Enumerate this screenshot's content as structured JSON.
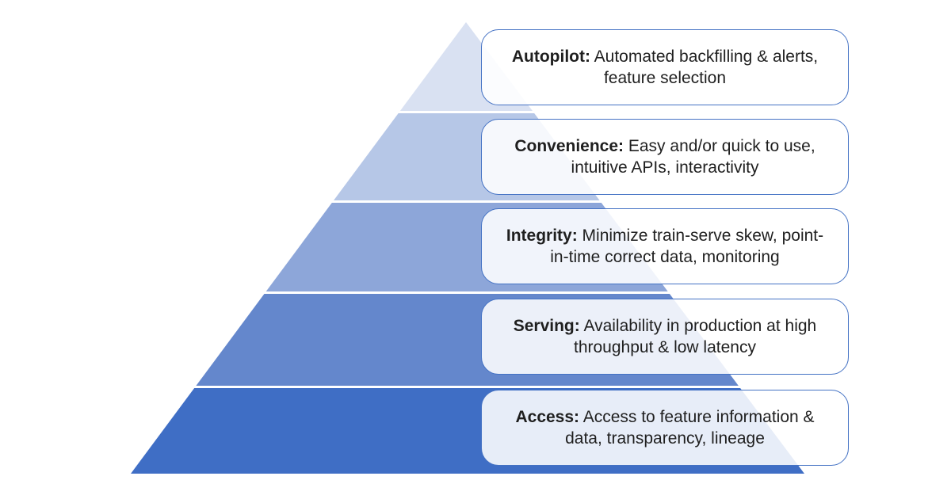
{
  "pyramid": {
    "levels": [
      {
        "id": "autopilot",
        "title": "Autopilot:",
        "desc": " Automated backfilling & alerts, feature selection",
        "band_color": "#D9E1F2"
      },
      {
        "id": "convenience",
        "title": "Convenience:",
        "desc": " Easy and/or quick to use, intuitive APIs, interactivity",
        "band_color": "#B6C7E7"
      },
      {
        "id": "integrity",
        "title": "Integrity:",
        "desc": " Minimize train-serve skew, point-in-time correct data, monitoring",
        "band_color": "#8DA6D9"
      },
      {
        "id": "serving",
        "title": "Serving:",
        "desc": " Availability in production at high throughput & low latency",
        "band_color": "#6487CC"
      },
      {
        "id": "access",
        "title": "Access:",
        "desc": " Access to feature information & data, transparency, lineage",
        "band_color": "#3F6EC5"
      }
    ],
    "box_border_color": "#4472C4",
    "text_color": "#1f1f1f",
    "separator_color": "#FFFFFF",
    "background_color": "#FFFFFF"
  }
}
